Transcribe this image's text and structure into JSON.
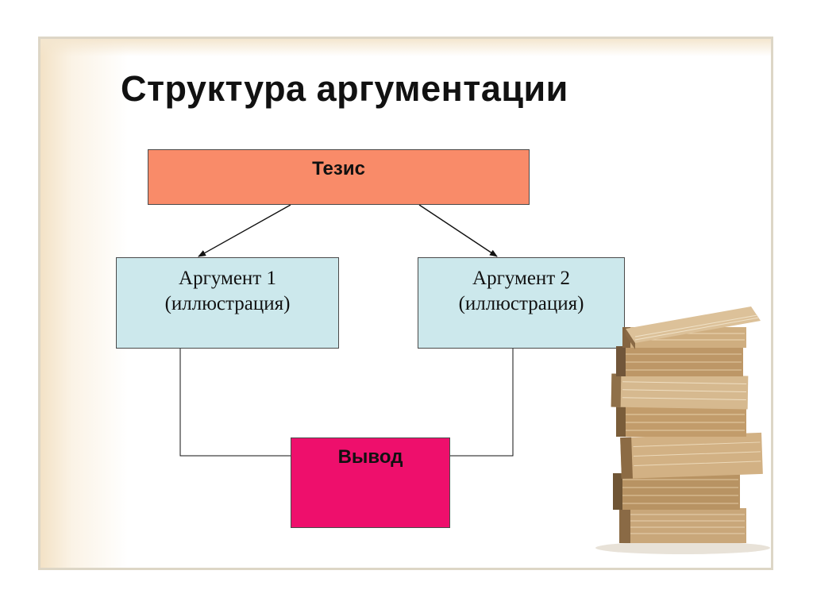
{
  "slide": {
    "title": "Структура аргументации"
  },
  "diagram": {
    "thesis": "Тезис",
    "argument1": {
      "line1": "Аргумент 1",
      "line2": "(иллюстрация)"
    },
    "argument2": {
      "line1": "Аргумент 2",
      "line2": "(иллюстрация)"
    },
    "conclusion": "Вывод"
  },
  "colors": {
    "thesis_fill": "#f98b69",
    "argument_fill": "#cce8ec",
    "conclusion_fill": "#ee0f6c"
  },
  "illustration": {
    "icon": "stack-of-books"
  }
}
